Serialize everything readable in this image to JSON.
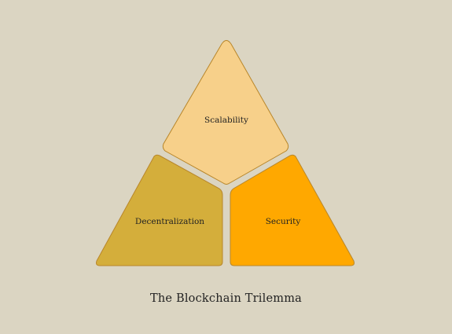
{
  "diagram": {
    "segments": {
      "top": {
        "label": "Scalability",
        "color": "#f7d08a"
      },
      "left": {
        "label": "Decentralization",
        "color": "#d4ae3b"
      },
      "right": {
        "label": "Security",
        "color": "#ffa800"
      }
    },
    "outline_color": "#b8862a",
    "caption": "The Blockchain Trilemma"
  }
}
